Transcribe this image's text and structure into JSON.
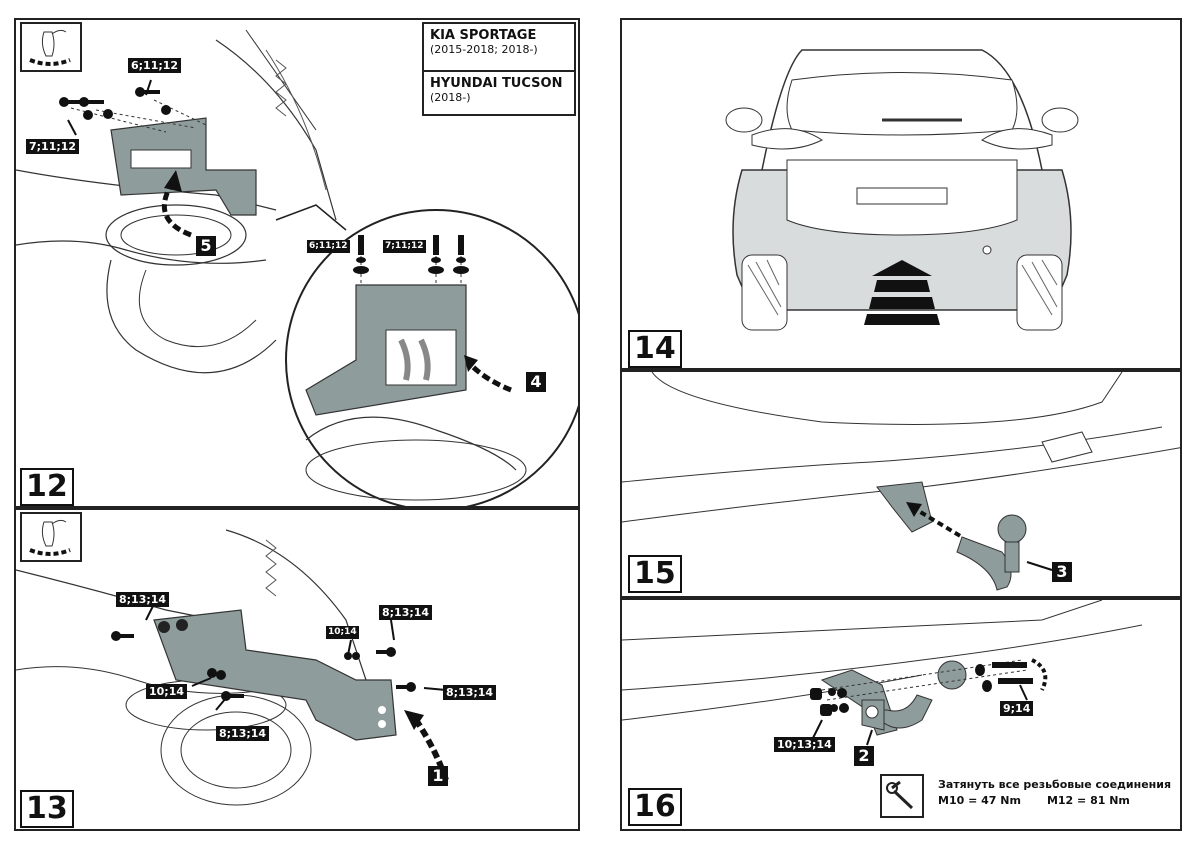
{
  "vehicle_info": {
    "models": [
      {
        "name": "KIA SPORTAGE",
        "years": "(2015-2018; 2018-)"
      },
      {
        "name": "HYUNDAI TUCSON",
        "years": "(2018-)"
      }
    ]
  },
  "steps": [
    {
      "number": "12",
      "labels": [
        "6;11;12",
        "7;11;12",
        "6;11;12",
        "7;11;12"
      ],
      "parts": [
        "5",
        "4"
      ],
      "has_remove_tool_icon": true
    },
    {
      "number": "13",
      "labels": [
        "8;13;14",
        "10;14",
        "8;13;14",
        "8;13;14",
        "10;14",
        "8;13;14"
      ],
      "parts": [
        "1"
      ],
      "has_remove_tool_icon": true
    },
    {
      "number": "14",
      "labels": [],
      "parts": []
    },
    {
      "number": "15",
      "labels": [],
      "parts": [
        "3"
      ]
    },
    {
      "number": "16",
      "labels": [
        "10;13;14",
        "9;14"
      ],
      "parts": [
        "2"
      ],
      "torque_note": {
        "text": "Затянуть все резьбовые соединения",
        "m10": "M10 = 47 Nm",
        "m12": "M12 = 81 Nm"
      }
    }
  ],
  "icons": {
    "remove_tool": "hand-tool-icon",
    "torque_wrench": "torque-wrench-icon",
    "rotate_arrow": "rotate-arrow-icon",
    "direction_arrow": "up-arrow-icon"
  },
  "colors": {
    "part_fill": "#8f9c9c",
    "body_fill": "#d8dcdc",
    "label_bg": "#111111",
    "line": "#222222"
  }
}
